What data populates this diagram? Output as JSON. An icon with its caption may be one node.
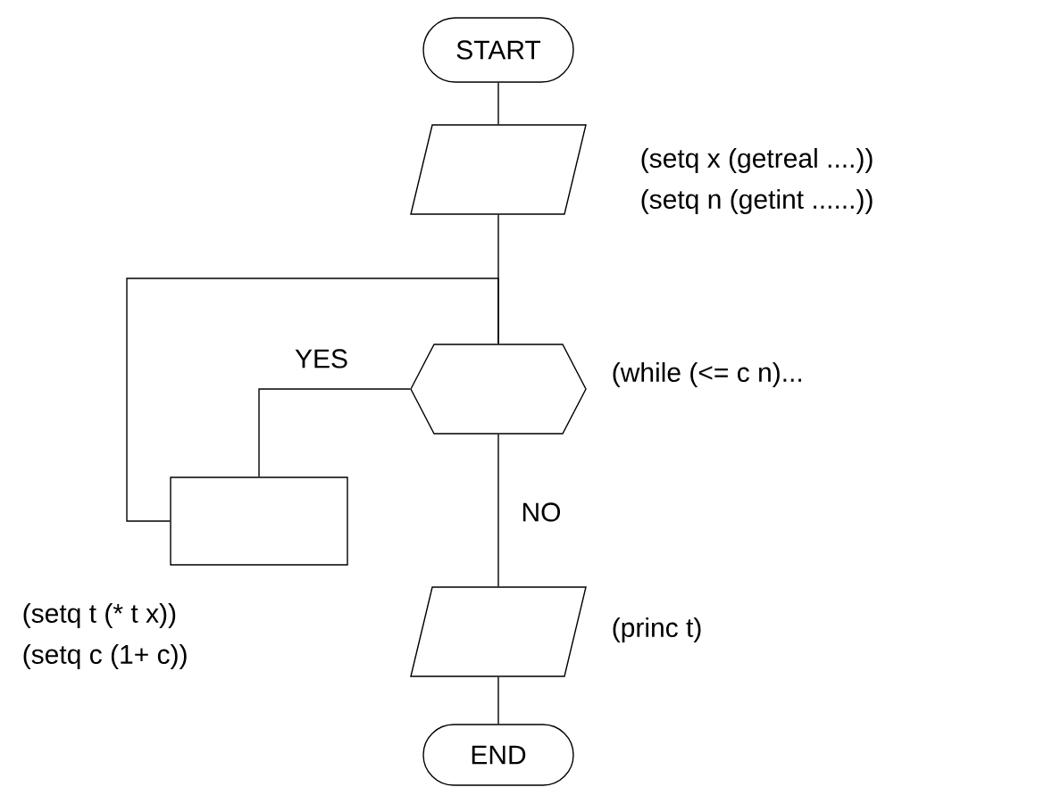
{
  "diagram": {
    "nodes": [
      {
        "text": [
          "START"
        ]
      },
      {
        "text": [],
        "shape": "parallelogram",
        "beside": [
          "(setq x (getreal ....))",
          "(setq n (getint ......))"
        ]
      },
      {
        "text": [],
        "shape": "hexagon",
        "beside": [
          "(while (<= c n)..."
        ]
      },
      {
        "text": [],
        "shape": "box",
        "beside": [
          "(setq t (* t x))",
          "(setq c (1+ c))"
        ]
      },
      {
        "text": [],
        "shape": "parallelogram",
        "beside": [
          "(princ t)"
        ]
      },
      {
        "text": [
          "END"
        ]
      }
    ],
    "edges": [
      {
        "from": 0,
        "to": 1,
        "arrow": "none"
      },
      {
        "from": 1,
        "to": 2,
        "arrow": "none"
      },
      {
        "from": 2,
        "to": 3,
        "arrow": "none",
        "label": "YES"
      },
      {
        "from": 3,
        "to": 2,
        "arrow": "none"
      },
      {
        "from": 2,
        "to": 4,
        "arrow": "none",
        "label": "NO"
      },
      {
        "from": 4,
        "to": 5,
        "arrow": "none"
      }
    ]
  }
}
